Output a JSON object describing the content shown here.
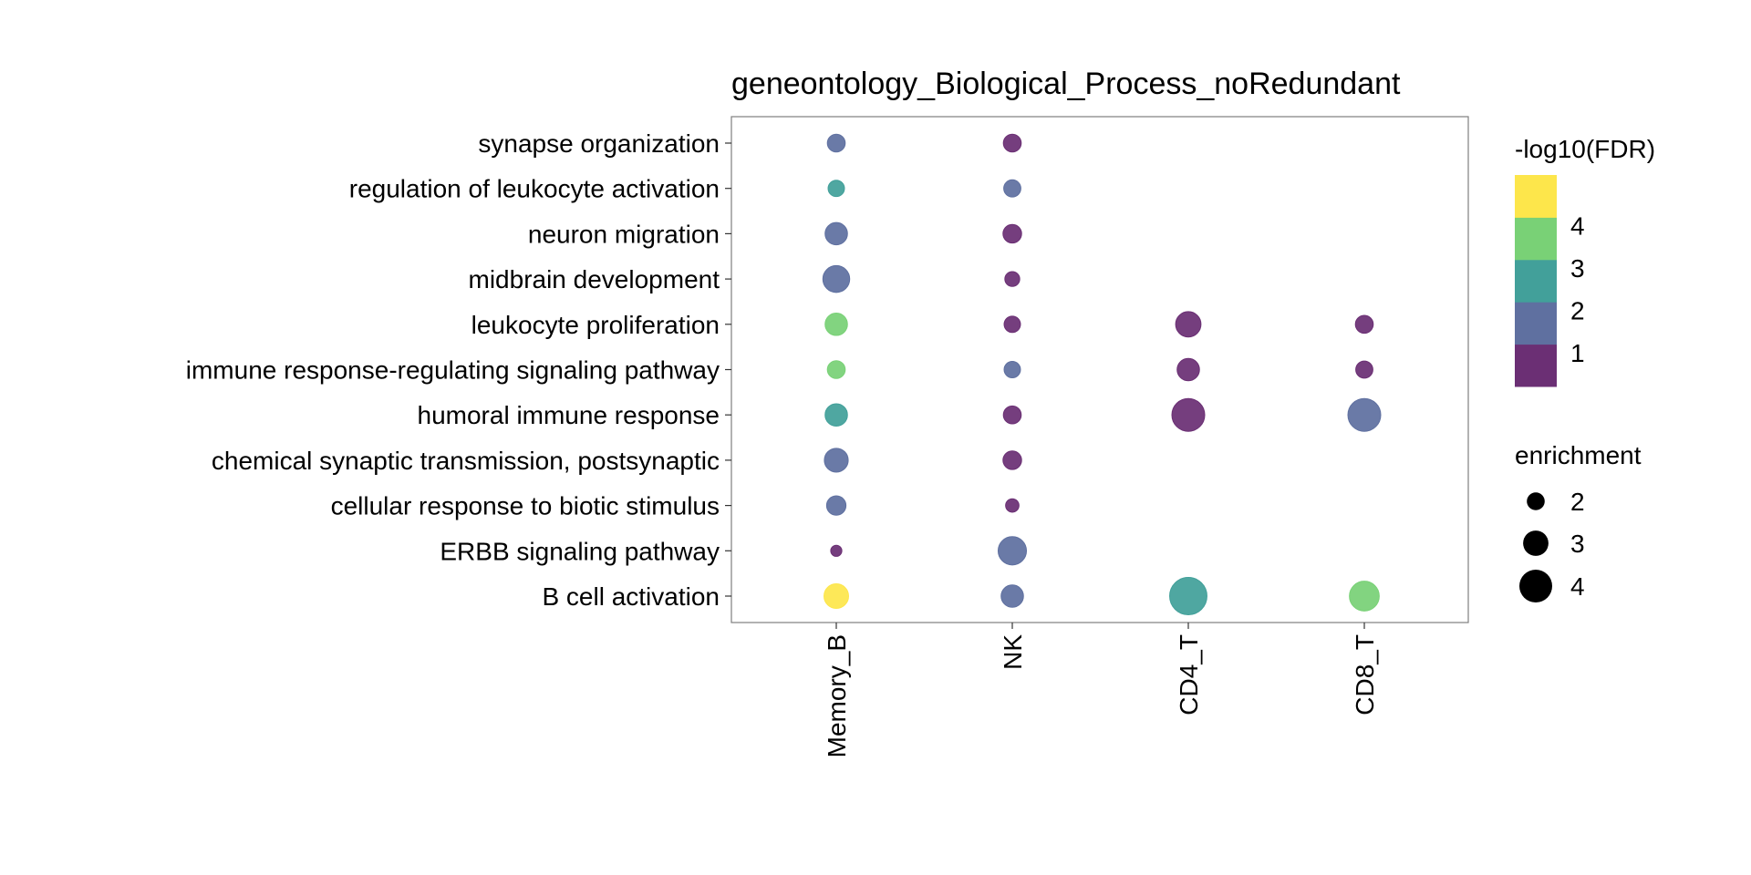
{
  "chart_data": {
    "type": "scatter",
    "subtype": "dot-plot",
    "title": "geneontology_Biological_Process_noRedundant",
    "x_categories": [
      "Memory_B",
      "NK",
      "CD4_T",
      "CD8_T"
    ],
    "y_categories": [
      "synapse organization",
      "regulation of leukocyte activation",
      "neuron migration",
      "midbrain development",
      "leukocyte proliferation",
      "immune response-regulating signaling pathway",
      "humoral immune response",
      "chemical synaptic transmission, postsynaptic",
      "cellular response to biotic stimulus",
      "ERBB signaling pathway",
      "B cell activation"
    ],
    "points": [
      {
        "x": "Memory_B",
        "y": "synapse organization",
        "enrichment": 2.0,
        "neg_log10_fdr": 1.1
      },
      {
        "x": "NK",
        "y": "synapse organization",
        "enrichment": 2.0,
        "neg_log10_fdr": 0.3
      },
      {
        "x": "Memory_B",
        "y": "regulation of leukocyte activation",
        "enrichment": 1.8,
        "neg_log10_fdr": 2.2
      },
      {
        "x": "NK",
        "y": "regulation of leukocyte activation",
        "enrichment": 1.9,
        "neg_log10_fdr": 1.1
      },
      {
        "x": "Memory_B",
        "y": "neuron migration",
        "enrichment": 2.6,
        "neg_log10_fdr": 1.1
      },
      {
        "x": "NK",
        "y": "neuron migration",
        "enrichment": 2.1,
        "neg_log10_fdr": 0.3
      },
      {
        "x": "Memory_B",
        "y": "midbrain development",
        "enrichment": 3.2,
        "neg_log10_fdr": 1.1
      },
      {
        "x": "NK",
        "y": "midbrain development",
        "enrichment": 1.6,
        "neg_log10_fdr": 0.3
      },
      {
        "x": "Memory_B",
        "y": "leukocyte proliferation",
        "enrichment": 2.6,
        "neg_log10_fdr": 3.2
      },
      {
        "x": "NK",
        "y": "leukocyte proliferation",
        "enrichment": 1.8,
        "neg_log10_fdr": 0.3
      },
      {
        "x": "CD4_T",
        "y": "leukocyte proliferation",
        "enrichment": 3.0,
        "neg_log10_fdr": 0.3
      },
      {
        "x": "CD8_T",
        "y": "leukocyte proliferation",
        "enrichment": 2.0,
        "neg_log10_fdr": 0.3
      },
      {
        "x": "Memory_B",
        "y": "immune response-regulating signaling pathway",
        "enrichment": 2.0,
        "neg_log10_fdr": 3.2
      },
      {
        "x": "NK",
        "y": "immune response-regulating signaling pathway",
        "enrichment": 1.8,
        "neg_log10_fdr": 1.1
      },
      {
        "x": "CD4_T",
        "y": "immune response-regulating signaling pathway",
        "enrichment": 2.6,
        "neg_log10_fdr": 0.3
      },
      {
        "x": "CD8_T",
        "y": "immune response-regulating signaling pathway",
        "enrichment": 1.9,
        "neg_log10_fdr": 0.3
      },
      {
        "x": "Memory_B",
        "y": "humoral immune response",
        "enrichment": 2.6,
        "neg_log10_fdr": 2.2
      },
      {
        "x": "NK",
        "y": "humoral immune response",
        "enrichment": 2.0,
        "neg_log10_fdr": 0.3
      },
      {
        "x": "CD4_T",
        "y": "humoral immune response",
        "enrichment": 4.0,
        "neg_log10_fdr": 0.3
      },
      {
        "x": "CD8_T",
        "y": "humoral immune response",
        "enrichment": 4.0,
        "neg_log10_fdr": 1.1
      },
      {
        "x": "Memory_B",
        "y": "chemical synaptic transmission, postsynaptic",
        "enrichment": 2.8,
        "neg_log10_fdr": 1.1
      },
      {
        "x": "NK",
        "y": "chemical synaptic transmission, postsynaptic",
        "enrichment": 2.1,
        "neg_log10_fdr": 0.3
      },
      {
        "x": "Memory_B",
        "y": "cellular response to biotic stimulus",
        "enrichment": 2.2,
        "neg_log10_fdr": 1.1
      },
      {
        "x": "NK",
        "y": "cellular response to biotic stimulus",
        "enrichment": 1.4,
        "neg_log10_fdr": 0.3
      },
      {
        "x": "Memory_B",
        "y": "ERBB signaling pathway",
        "enrichment": 1.1,
        "neg_log10_fdr": 0.3
      },
      {
        "x": "NK",
        "y": "ERBB signaling pathway",
        "enrichment": 3.4,
        "neg_log10_fdr": 1.1
      },
      {
        "x": "Memory_B",
        "y": "B cell activation",
        "enrichment": 2.9,
        "neg_log10_fdr": 4.5
      },
      {
        "x": "NK",
        "y": "B cell activation",
        "enrichment": 2.6,
        "neg_log10_fdr": 1.1
      },
      {
        "x": "CD4_T",
        "y": "B cell activation",
        "enrichment": 4.6,
        "neg_log10_fdr": 2.2
      },
      {
        "x": "CD8_T",
        "y": "B cell activation",
        "enrichment": 3.6,
        "neg_log10_fdr": 3.2
      }
    ],
    "color_legend": {
      "title": "-log10(FDR)",
      "ticks": [
        1,
        2,
        3,
        4
      ],
      "bins": [
        {
          "from": 0,
          "to": 0.7,
          "color": "#6B2F74"
        },
        {
          "from": 0.7,
          "to": 1.7,
          "color": "#5F70A0"
        },
        {
          "from": 1.7,
          "to": 2.7,
          "color": "#42A09A"
        },
        {
          "from": 2.7,
          "to": 3.7,
          "color": "#79D176"
        },
        {
          "from": 3.7,
          "to": 4.7,
          "color": "#FDE64B"
        }
      ]
    },
    "size_legend": {
      "title": "enrichment",
      "values": [
        2,
        3,
        4
      ]
    },
    "grid": false,
    "legend_position": "right"
  }
}
